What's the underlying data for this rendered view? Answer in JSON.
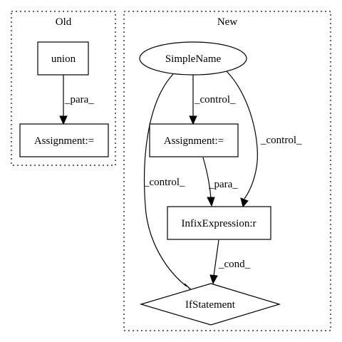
{
  "clusters": {
    "old": {
      "label": "Old"
    },
    "new": {
      "label": "New"
    }
  },
  "nodes": {
    "union": "union",
    "assignment_old": "Assignment:=",
    "simplename": "SimpleName",
    "assignment_new": "Assignment:=",
    "infix": "InfixExpression:r",
    "ifstatement": "IfStatement"
  },
  "edges": {
    "union_to_assignment_old": "_para_",
    "simplename_to_assignment_new": "_control_",
    "simplename_to_infix": "_control_",
    "simplename_to_ifstatement": "_control_",
    "assignment_new_to_infix": "_para_",
    "infix_to_ifstatement": "_cond_"
  }
}
